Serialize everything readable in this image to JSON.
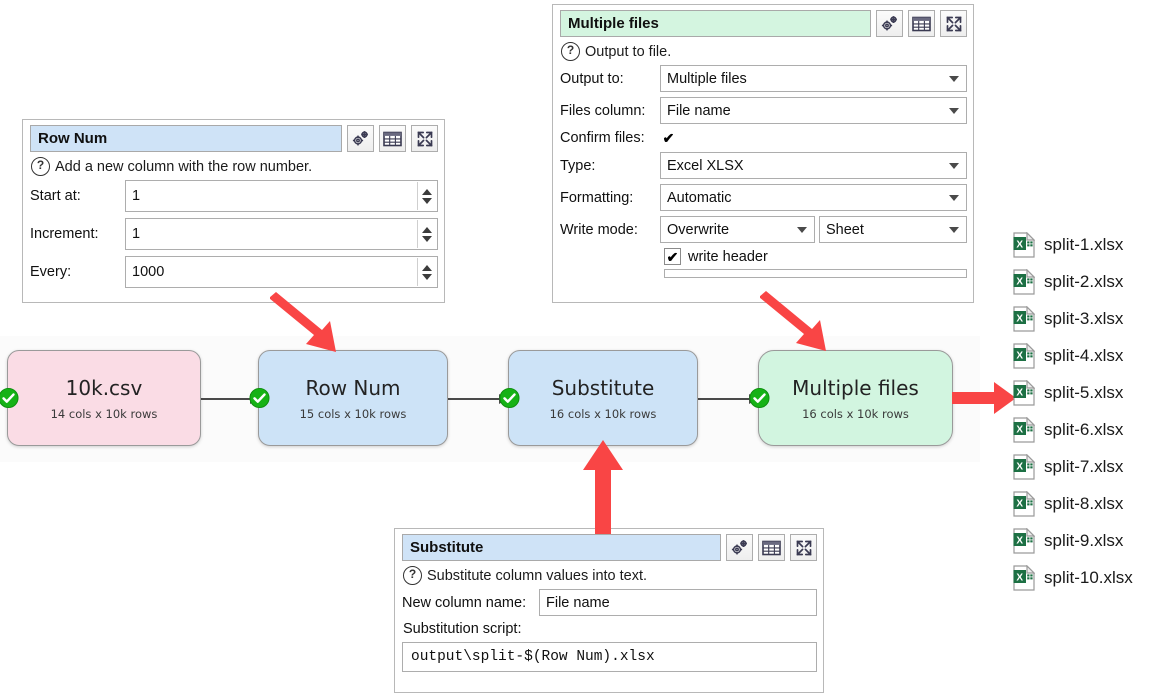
{
  "panels": {
    "row_num": {
      "title": "Row Num",
      "hint": "Add a new column with the row number.",
      "fields": [
        {
          "label": "Start at:",
          "value": "1"
        },
        {
          "label": "Increment:",
          "value": "1"
        },
        {
          "label": "Every:",
          "value": "1000"
        }
      ],
      "buttons": [
        "gears-icon",
        "table-icon",
        "expand-icon"
      ]
    },
    "multiple_files": {
      "title": "Multiple files",
      "hint": "Output to file.",
      "fields": [
        {
          "label": "Output to:",
          "value": "Multiple files"
        },
        {
          "label": "Files column:",
          "value": "File name"
        },
        {
          "label": "Type:",
          "value": "Excel XLSX"
        },
        {
          "label": "Formatting:",
          "value": "Automatic"
        }
      ],
      "confirm_files_label": "Confirm files:",
      "confirm_files_checked": "✔",
      "write_mode_label": "Write mode:",
      "write_mode_value": "Overwrite",
      "write_mode_second": "Sheet",
      "write_header_checked": "✔",
      "write_header_label": "write header",
      "buttons": [
        "gears-icon",
        "table-icon",
        "expand-icon"
      ]
    },
    "substitute": {
      "title": "Substitute",
      "hint": "Substitute column values into text.",
      "new_column_label": "New column name:",
      "new_column_value": "File name",
      "script_label": "Substitution script:",
      "script_value": "output\\split-$(Row Num).xlsx",
      "buttons": [
        "gears-icon",
        "table-icon",
        "expand-icon"
      ]
    }
  },
  "flow": {
    "nodes": [
      {
        "title": "10k.csv",
        "subtitle": "14 cols x 10k rows",
        "color": "pink"
      },
      {
        "title": "Row Num",
        "subtitle": "15 cols x 10k rows",
        "color": "blue"
      },
      {
        "title": "Substitute",
        "subtitle": "16 cols x 10k rows",
        "color": "blue"
      },
      {
        "title": "Multiple files",
        "subtitle": "16 cols x 10k rows",
        "color": "green"
      }
    ],
    "status_icon": "green-check-icon"
  },
  "files": {
    "icon": "excel-file-icon",
    "items": [
      "split-1.xlsx",
      "split-2.xlsx",
      "split-3.xlsx",
      "split-4.xlsx",
      "split-5.xlsx",
      "split-6.xlsx",
      "split-7.xlsx",
      "split-8.xlsx",
      "split-9.xlsx",
      "split-10.xlsx"
    ]
  },
  "colors": {
    "annotation_arrow": "#f94545",
    "node_pink": "#fadce5",
    "node_blue": "#cde3f7",
    "node_green": "#d2f5e0",
    "status_green": "#16b216",
    "excel_green": "#1d7044"
  }
}
